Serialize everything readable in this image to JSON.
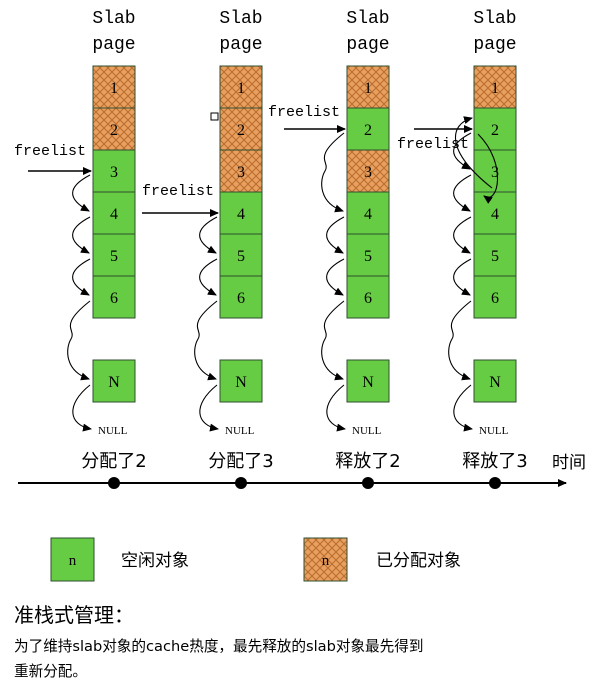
{
  "colors": {
    "free": "#66cc44",
    "allocated": "#e8a060",
    "allocated_hatch": "#b96b2b",
    "stroke": "#2f4f2f",
    "arrow": "#000000"
  },
  "columns": [
    {
      "title_line1": "Slab",
      "title_line2": "page",
      "caption": "分配了2",
      "freelist_label": "freelist",
      "null_label": "NULL",
      "cells": [
        {
          "text": "1",
          "state": "allocated"
        },
        {
          "text": "2",
          "state": "allocated"
        },
        {
          "text": "3",
          "state": "free"
        },
        {
          "text": "4",
          "state": "free"
        },
        {
          "text": "5",
          "state": "free"
        },
        {
          "text": "6",
          "state": "free"
        },
        {
          "text": "N",
          "state": "free"
        }
      ]
    },
    {
      "title_line1": "Slab",
      "title_line2": "page",
      "caption": "分配了3",
      "freelist_label": "freelist",
      "null_label": "NULL",
      "cells": [
        {
          "text": "1",
          "state": "allocated"
        },
        {
          "text": "2",
          "state": "allocated"
        },
        {
          "text": "3",
          "state": "allocated"
        },
        {
          "text": "4",
          "state": "free"
        },
        {
          "text": "5",
          "state": "free"
        },
        {
          "text": "6",
          "state": "free"
        },
        {
          "text": "N",
          "state": "free"
        }
      ]
    },
    {
      "title_line1": "Slab",
      "title_line2": "page",
      "caption": "释放了2",
      "freelist_label": "freelist",
      "null_label": "NULL",
      "cells": [
        {
          "text": "1",
          "state": "allocated"
        },
        {
          "text": "2",
          "state": "free"
        },
        {
          "text": "3",
          "state": "allocated"
        },
        {
          "text": "4",
          "state": "free"
        },
        {
          "text": "5",
          "state": "free"
        },
        {
          "text": "6",
          "state": "free"
        },
        {
          "text": "N",
          "state": "free"
        }
      ]
    },
    {
      "title_line1": "Slab",
      "title_line2": "page",
      "caption": "释放了3",
      "freelist_label": "freelist",
      "null_label": "NULL",
      "cells": [
        {
          "text": "1",
          "state": "allocated"
        },
        {
          "text": "2",
          "state": "free"
        },
        {
          "text": "3",
          "state": "free"
        },
        {
          "text": "4",
          "state": "free"
        },
        {
          "text": "5",
          "state": "free"
        },
        {
          "text": "6",
          "state": "free"
        },
        {
          "text": "N",
          "state": "free"
        }
      ]
    }
  ],
  "timeline": {
    "label": "时间"
  },
  "legend": {
    "free_box_text": "n",
    "free_label": "空闲对象",
    "allocated_box_text": "n",
    "allocated_label": "已分配对象"
  },
  "footer": {
    "heading": "准栈式管理：",
    "line1": "为了维持slab对象的cache热度，最先释放的slab对象最先得到",
    "line2": "重新分配。"
  }
}
